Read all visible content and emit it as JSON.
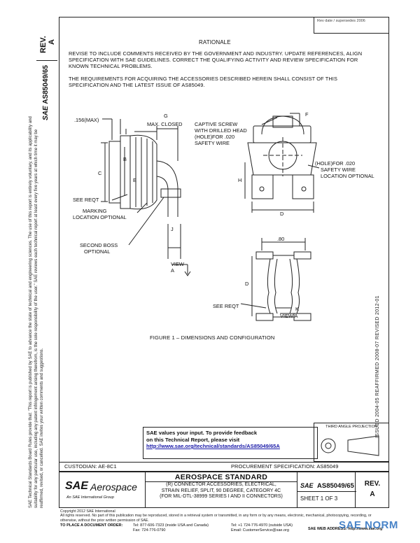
{
  "header": {
    "doc_id": "AS85049/65",
    "rev_label": "REV.",
    "rev_value": "A",
    "top_right_note": "Rev date / supersedes 2006"
  },
  "rationale": {
    "title": "RATIONALE",
    "paragraph1": "REVISE TO INCLUDE COMMENTS RECEIVED BY THE GOVERNMENT AND INDUSTRY. UPDATE REFERENCES, ALIGN SPECIFICATION WITH SAE GUIDELINES. CORRECT THE QUALIFYING ACTIVITY AND REVIEW SPECIFICATION FOR KNOWN TECHNICAL PROBLEMS.",
    "paragraph2": "THE REQUIREMENTS FOR ACQUIRING THE ACCESSORIES DESCRIBED HEREIN SHALL CONSIST OF THIS SPECIFICATION AND THE LATEST ISSUE OF AS85049."
  },
  "left_margin_text": "SAE Technical Standards Board Rules provide that: \"This report is published by SAE to advance the state of technical and engineering sciences. The use of this report is entirely voluntary, and its applicability and suitability for any particular use, including any patent infringement arising therefrom, is the sole responsibility of the user.\" SAE reviews each technical report at least every five years at which time it may be reaffirmed, revised, or cancelled. SAE invites your written comments and suggestions.",
  "right_margin_text": "ISSUED 2004-05      REAFFIRMED 2008-07      REVISED 2012-01",
  "drawing": {
    "dim_156": ".156(MAX)",
    "label_g": "G",
    "max_closed": "MAX. CLOSED",
    "label_f": "F",
    "captive_screw": "CAPTIVE  SCREW",
    "drilled_head": "WITH DRILLED HEAD",
    "hole_020": "(HOLE)FOR .020",
    "safety_wire": "SAFETY  WIRE",
    "hole_020b": "(HOLE)FOR .020",
    "safety_wire_b": "SAFETY WIRE",
    "location_optional": "LOCATION OPTIONAL",
    "label_c": "C",
    "label_b": "B",
    "label_e": "E",
    "label_h": "H",
    "label_d": "D",
    "label_j": "J",
    "label_a": "A",
    "label_k": "K",
    "see_reqt": "SEE REQT",
    "marking": "MARKING",
    "marking_location": "LOCATION OPTIONAL",
    "second_boss": "SECOND BOSS",
    "optional": "OPTIONAL",
    "view": "VIEW",
    "view_a": "VIEW A",
    "dim_80": ".80",
    "see_reqt_b": "SEE REQT"
  },
  "figure_caption": "FIGURE 1 – DIMENSIONS AND CONFIGURATION",
  "feedback": {
    "line1": "SAE values your input. To provide feedback",
    "line2": "on this Technical Report, please visit",
    "link": "http://www.sae.org/technical/standards/AS85049/65A"
  },
  "projection_label": "THIRD ANGLE PROJECTION",
  "custodian": "CUSTODIAN: AE-8C1",
  "procurement": "PROCUREMENT SPECIFICATION:  AS85049",
  "title_block": {
    "logo_main": "SAE",
    "logo_sub": "Aerospace",
    "logo_tag": "An SAE International Group",
    "standard": "AEROSPACE STANDARD",
    "desc1": "(R) CONNECTOR ACCESSORIES, ELECTRICAL,",
    "desc2": "STRAIN RELIEF, SPLIT, 90 DEGREE, CATEGORY 4C",
    "desc3": "(FOR MIL-DTL-38999 SERIES I AND II CONNECTORS)",
    "sae_small": "SAE",
    "number": "AS85049/65",
    "sheet": "SHEET 1 OF 3",
    "rev_label": "REV.",
    "rev_value": "A"
  },
  "footer": {
    "copyright": "Copyright 2012 SAE International",
    "rights": "All rights reserved. No part of this publication may be reproduced, stored in a retrieval system or transmitted, in any form or by any means, electronic, mechanical, photocopying, recording, or otherwise, without the prior written permission of SAE.",
    "order": "TO PLACE A DOCUMENT ORDER:",
    "tel1": "Tel: 877-606-7323 (inside USA and Canada)",
    "tel2": "Tel: +1 724-776-4970 (outside USA)",
    "fax": "Fax: 724-776-0790",
    "email": "Email: CustomerService@sae.org",
    "web": "SAE WEB ADDRESS: http://www.sae.org",
    "watermark": "SAE NORM"
  }
}
